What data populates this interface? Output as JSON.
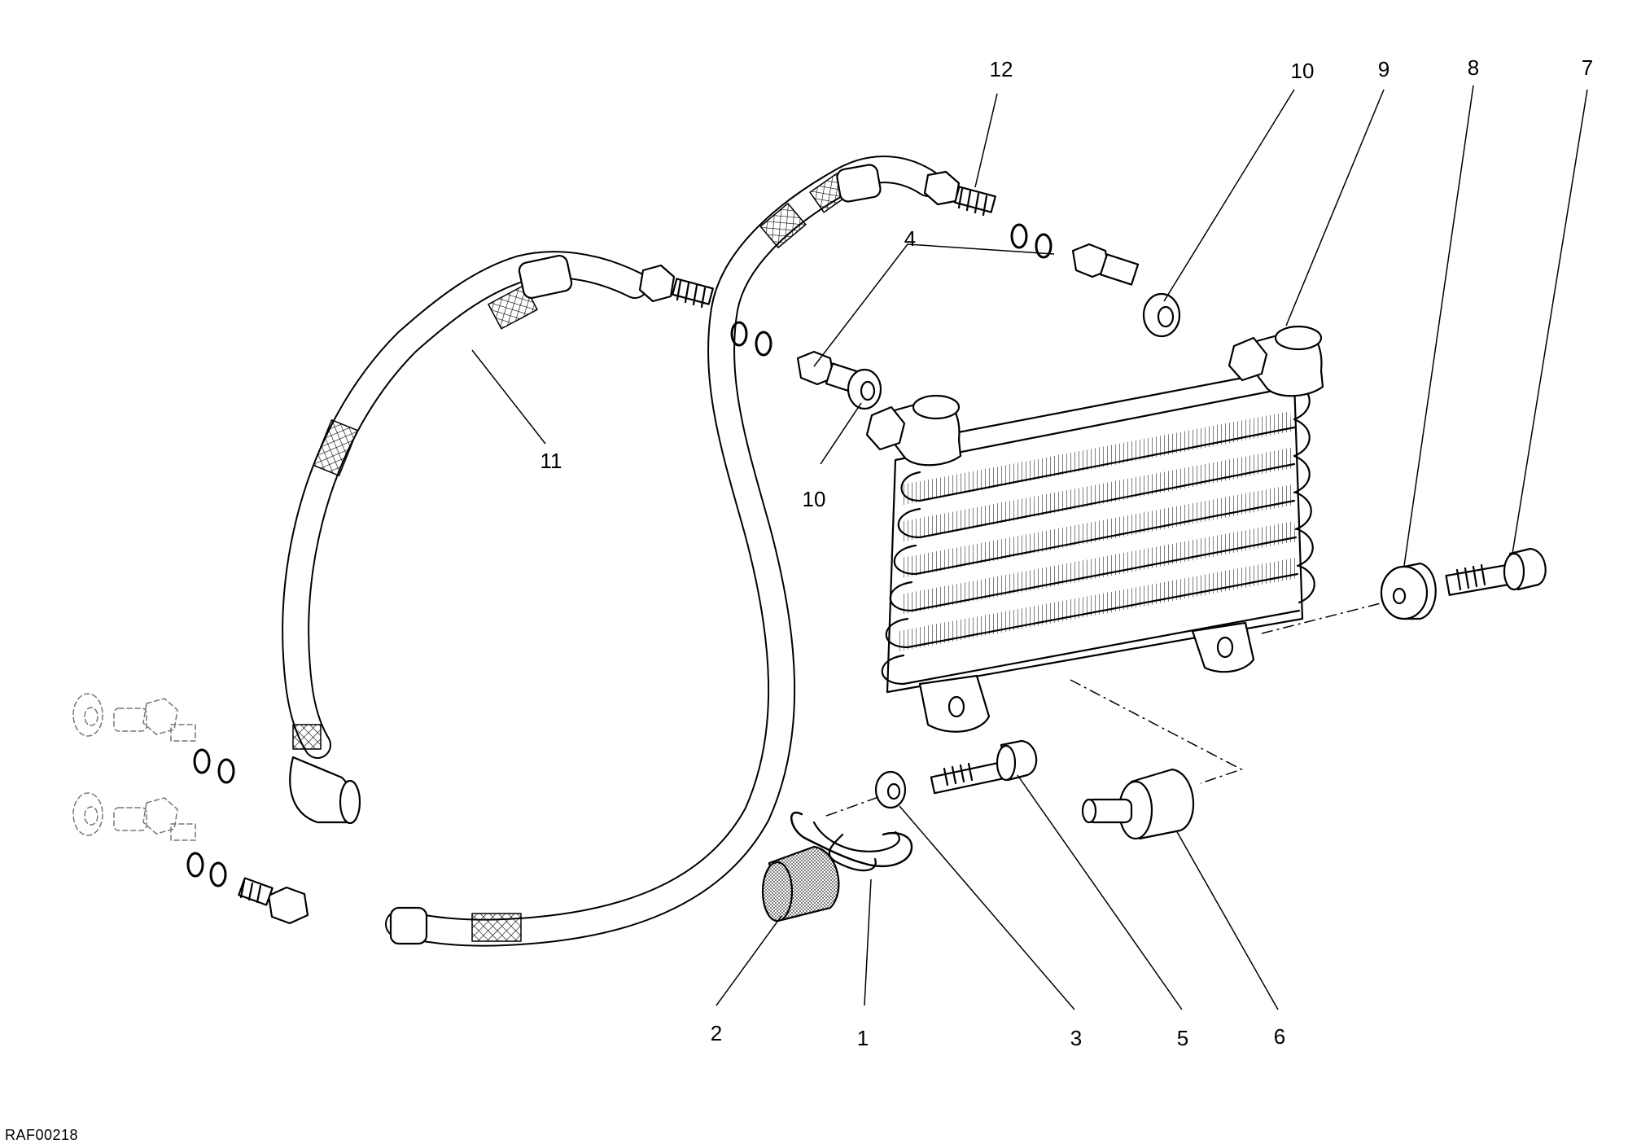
{
  "drawing_ref": "RAF00218",
  "callouts": {
    "c1": "1",
    "c2": "2",
    "c3": "3",
    "c4": "4",
    "c5": "5",
    "c6": "6",
    "c7": "7",
    "c8": "8",
    "c9": "9",
    "c10a": "10",
    "c10b": "10",
    "c11": "11",
    "c12": "12"
  },
  "colors": {
    "line": "#000000",
    "background": "#ffffff",
    "shade": "#555555"
  }
}
